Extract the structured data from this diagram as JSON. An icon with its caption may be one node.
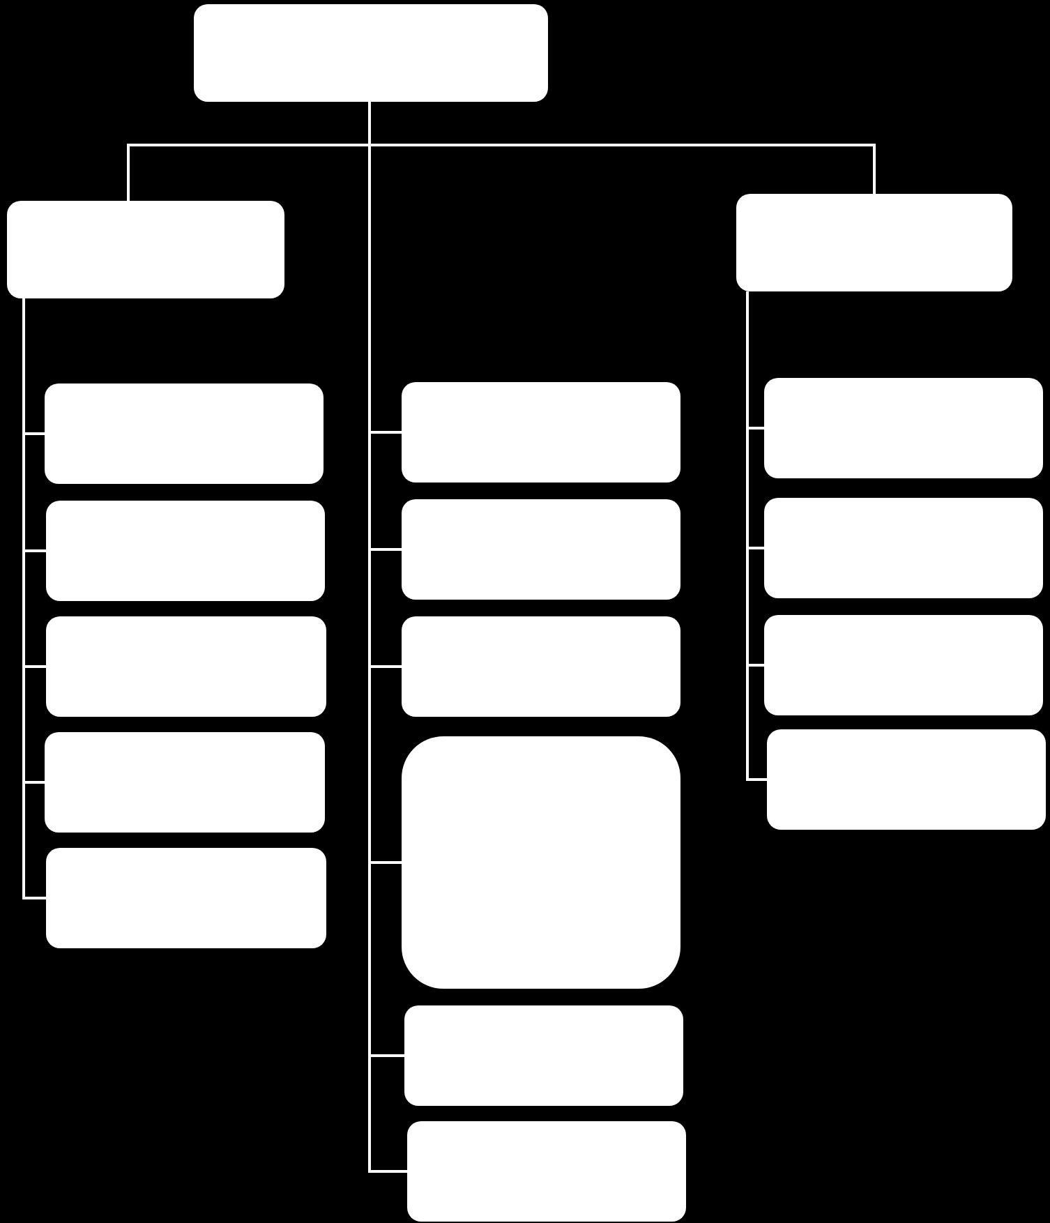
{
  "diagram": {
    "nodes": [
      {
        "text": [],
        "shape": "box"
      },
      {
        "text": [],
        "shape": "box"
      },
      {
        "text": [],
        "shape": "box"
      },
      {
        "text": [],
        "shape": "box"
      },
      {
        "text": [],
        "shape": "box"
      },
      {
        "text": [],
        "shape": "box"
      },
      {
        "text": [],
        "shape": "box"
      },
      {
        "text": [],
        "shape": "box"
      },
      {
        "text": [],
        "shape": "box"
      },
      {
        "text": [],
        "shape": "box"
      },
      {
        "text": [],
        "shape": "box"
      },
      {
        "text": [],
        "shape": "box"
      },
      {
        "text": [],
        "shape": "box"
      },
      {
        "text": [],
        "shape": "box"
      },
      {
        "text": [],
        "shape": "box"
      },
      {
        "text": [],
        "shape": "box"
      },
      {
        "text": [],
        "shape": "box"
      },
      {
        "text": [],
        "shape": "box"
      }
    ],
    "edges": [
      {
        "from": 0,
        "to": 1,
        "arrow": "none"
      },
      {
        "from": 0,
        "to": 2,
        "arrow": "none"
      },
      {
        "from": 1,
        "to": 3,
        "arrow": "none"
      },
      {
        "from": 1,
        "to": 4,
        "arrow": "none"
      },
      {
        "from": 1,
        "to": 5,
        "arrow": "none"
      },
      {
        "from": 1,
        "to": 6,
        "arrow": "none"
      },
      {
        "from": 1,
        "to": 7,
        "arrow": "none"
      },
      {
        "from": 0,
        "to": 8,
        "arrow": "none"
      },
      {
        "from": 0,
        "to": 9,
        "arrow": "none"
      },
      {
        "from": 0,
        "to": 10,
        "arrow": "none"
      },
      {
        "from": 0,
        "to": 11,
        "arrow": "none"
      },
      {
        "from": 0,
        "to": 12,
        "arrow": "none"
      },
      {
        "from": 0,
        "to": 13,
        "arrow": "none"
      },
      {
        "from": 2,
        "to": 14,
        "arrow": "none"
      },
      {
        "from": 2,
        "to": 15,
        "arrow": "none"
      },
      {
        "from": 2,
        "to": 16,
        "arrow": "none"
      },
      {
        "from": 2,
        "to": 17,
        "arrow": "none"
      }
    ]
  }
}
